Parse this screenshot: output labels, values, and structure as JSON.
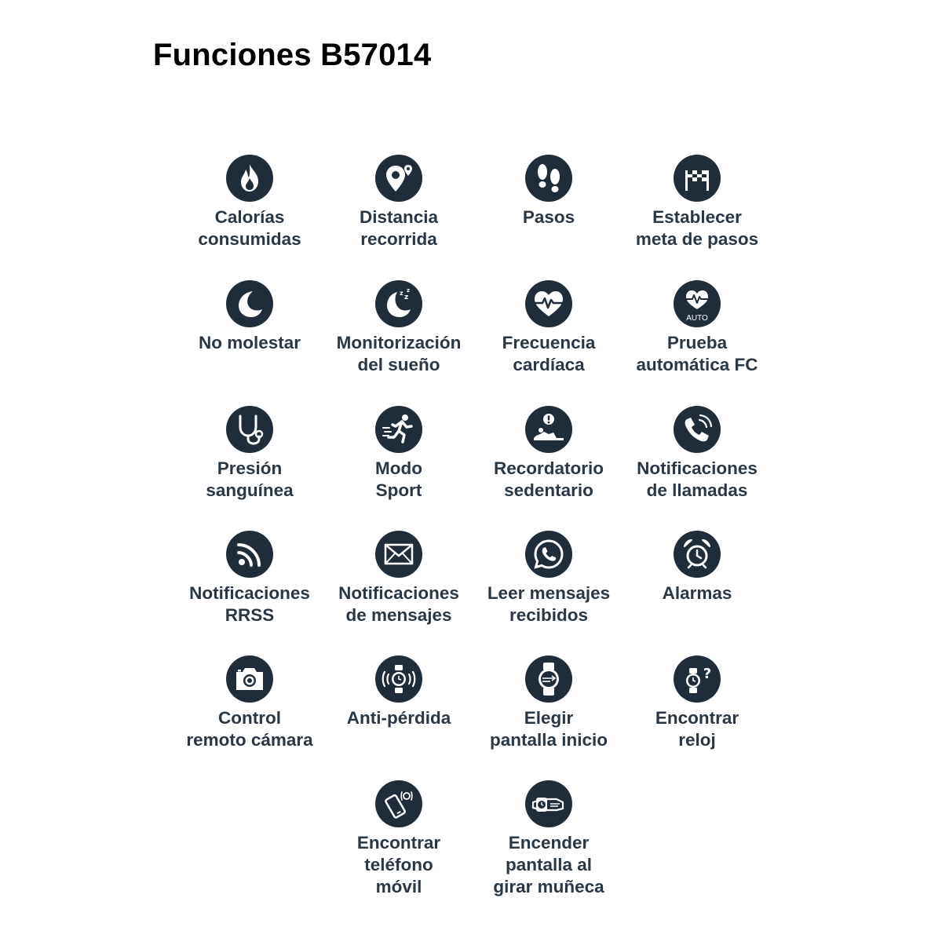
{
  "page": {
    "title": "Funciones B57014"
  },
  "colors": {
    "icon_fill": "#1f2d3b",
    "icon_glyph": "#ffffff",
    "label_text": "#2a3744"
  },
  "features": [
    {
      "icon": "flame-icon",
      "label": "Calorías\nconsumidas"
    },
    {
      "icon": "map-pin-icon",
      "label": "Distancia\nrecorrida"
    },
    {
      "icon": "footprints-icon",
      "label": "Pasos"
    },
    {
      "icon": "finish-flag-icon",
      "label": "Establecer\nmeta de pasos"
    },
    {
      "icon": "moon-icon",
      "label": "No molestar"
    },
    {
      "icon": "sleep-moon-icon",
      "label": "Monitorización\ndel sueño"
    },
    {
      "icon": "heart-rate-icon",
      "label": "Frecuencia\ncardíaca"
    },
    {
      "icon": "heart-auto-icon",
      "label": "Prueba\nautomática FC",
      "badge": "AUTO"
    },
    {
      "icon": "stethoscope-icon",
      "label": "Presión\nsanguínea"
    },
    {
      "icon": "runner-icon",
      "label": "Modo\nSport"
    },
    {
      "icon": "sedentary-alert-icon",
      "label": "Recordatorio\nsedentario"
    },
    {
      "icon": "phone-call-icon",
      "label": "Notificaciones\nde llamadas"
    },
    {
      "icon": "rss-icon",
      "label": "Notificaciones\nRRSS"
    },
    {
      "icon": "envelope-icon",
      "label": "Notificaciones\nde mensajes"
    },
    {
      "icon": "whatsapp-icon",
      "label": "Leer mensajes\nrecibidos"
    },
    {
      "icon": "alarm-clock-icon",
      "label": "Alarmas"
    },
    {
      "icon": "camera-icon",
      "label": "Control\nremoto cámara"
    },
    {
      "icon": "vibrating-watch-icon",
      "label": "Anti-pérdida"
    },
    {
      "icon": "watch-face-icon",
      "label": "Elegir\npantalla inicio"
    },
    {
      "icon": "find-watch-icon",
      "label": "Encontrar\nreloj",
      "badge": "?"
    },
    {
      "icon": "find-phone-icon",
      "label": "Encontrar\nteléfono\nmóvil"
    },
    {
      "icon": "wrist-watch-icon",
      "label": "Encender\npantalla al\ngirar muñeca"
    }
  ]
}
